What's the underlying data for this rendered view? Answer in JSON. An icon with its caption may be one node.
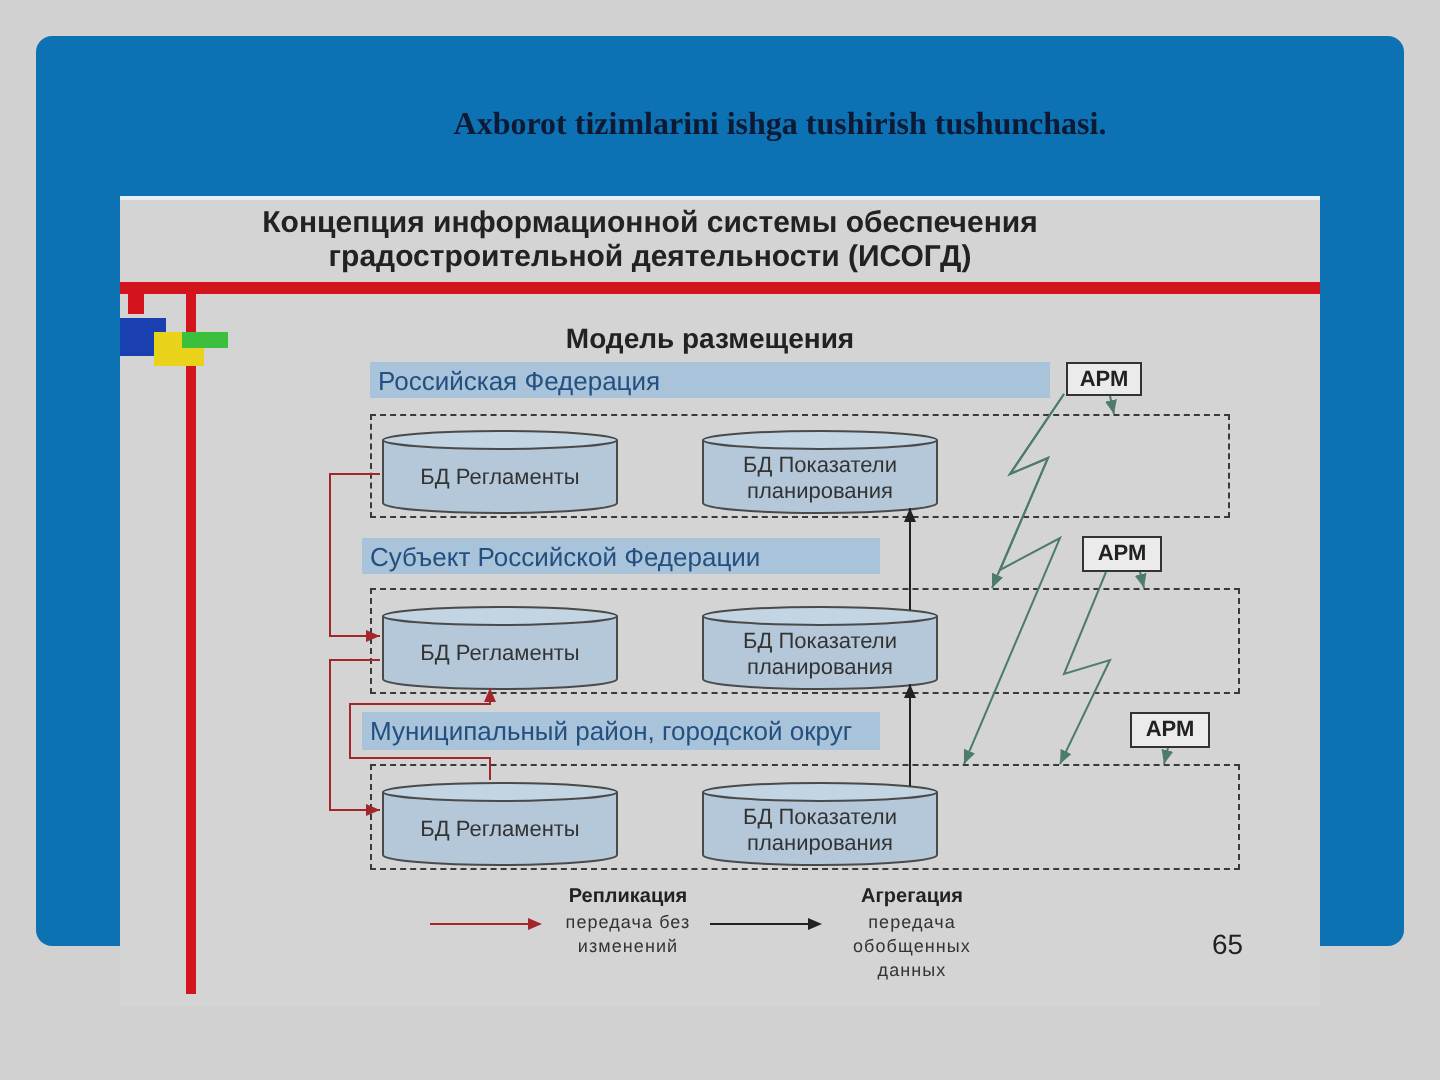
{
  "diagram": {
    "title": "Axborot tizimlarini ishga tushirish tushunchasi.",
    "nodes": [
      {
        "text": [
          "Российская Федерация"
        ]
      },
      {
        "text": [
          "АРМ"
        ]
      },
      {
        "text": [],
        "shape": "box"
      },
      {
        "text": [
          "БД Регламенты"
        ],
        "in": 2
      },
      {
        "text": [
          "БД Показатели планирования"
        ],
        "in": 2
      },
      {
        "text": [
          "Субъект Российской Федерации"
        ]
      },
      {
        "text": [
          "АРМ"
        ]
      },
      {
        "text": [],
        "shape": "box"
      },
      {
        "text": [
          "БД Регламенты"
        ],
        "in": 7
      },
      {
        "text": [
          "БД Показатели планирования"
        ],
        "in": 7
      },
      {
        "text": [
          "Муниципальный район, городской округ"
        ]
      },
      {
        "text": [
          "АРМ"
        ]
      },
      {
        "text": [],
        "shape": "box"
      },
      {
        "text": [
          "БД Регламенты"
        ],
        "in": 12
      },
      {
        "text": [
          "БД Показатели планирования"
        ],
        "in": 12
      }
    ],
    "edges": [
      {
        "from": 3,
        "to": 8,
        "arrow": "to",
        "color": "#a3262b"
      },
      {
        "from": 8,
        "to": 13,
        "arrow": "to",
        "color": "#a3262b"
      },
      {
        "from": 13,
        "to": 8,
        "arrow": "to",
        "color": "#a3262b"
      },
      {
        "from": 14,
        "to": 9,
        "arrow": "to",
        "color": "#222222"
      },
      {
        "from": 9,
        "to": 4,
        "arrow": "to",
        "color": "#222222"
      },
      {
        "from": 1,
        "to": 2,
        "arrow": "to"
      },
      {
        "from": 1,
        "to": 7,
        "arrow": "to"
      },
      {
        "from": 1,
        "to": 12,
        "arrow": "to"
      },
      {
        "from": 6,
        "to": 7,
        "arrow": "to"
      },
      {
        "from": 6,
        "to": 12,
        "arrow": "to"
      },
      {
        "from": 11,
        "to": 12,
        "arrow": "to"
      }
    ],
    "labels": [
      "Концепция информационной системы обеспечения градостроительной деятельности (ИСОГД)",
      "Модель размещения",
      "65"
    ],
    "legend": [
      {
        "text": "**Репликация** передача без изменений"
      },
      {
        "text": "**Агрегация** передача обобщенных данных"
      }
    ]
  }
}
